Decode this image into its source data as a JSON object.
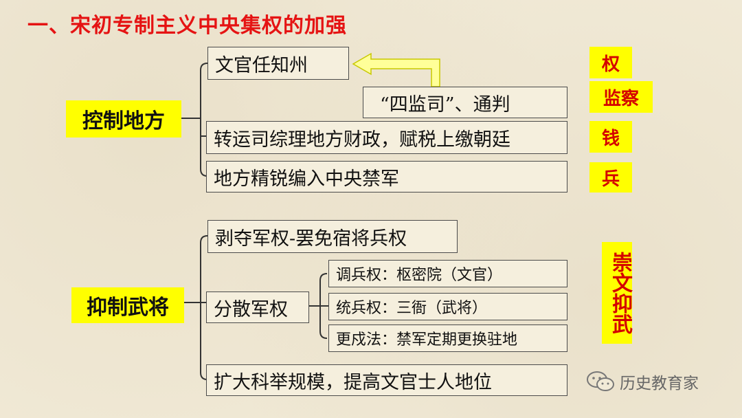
{
  "title": "一、宋初专制主义中央集权的加强",
  "group1": {
    "label": "控制地方",
    "items": [
      "文官任知州",
      "“四监司”、通判",
      "转运司综理地方财政，赋税上缴朝廷",
      "地方精锐编入中央禁军"
    ]
  },
  "group2": {
    "label": "抑制武将",
    "items": [
      "剥夺军权-罢免宿将兵权",
      "分散军权",
      "扩大科举规模，提高文官士人地位"
    ],
    "sub_items": [
      "调兵权：枢密院（文官）",
      "统兵权：三衙（武将）",
      "更戍法：禁军定期更换驻地"
    ]
  },
  "tags": [
    "权",
    "监察",
    "钱",
    "兵"
  ],
  "vertical_tag": "崇文抑武",
  "watermark": "历史教育家",
  "colors": {
    "title": "#e51313",
    "highlight": "#ffff00",
    "tag_text": "#d40000",
    "arrow_fill": "#ffff99"
  }
}
